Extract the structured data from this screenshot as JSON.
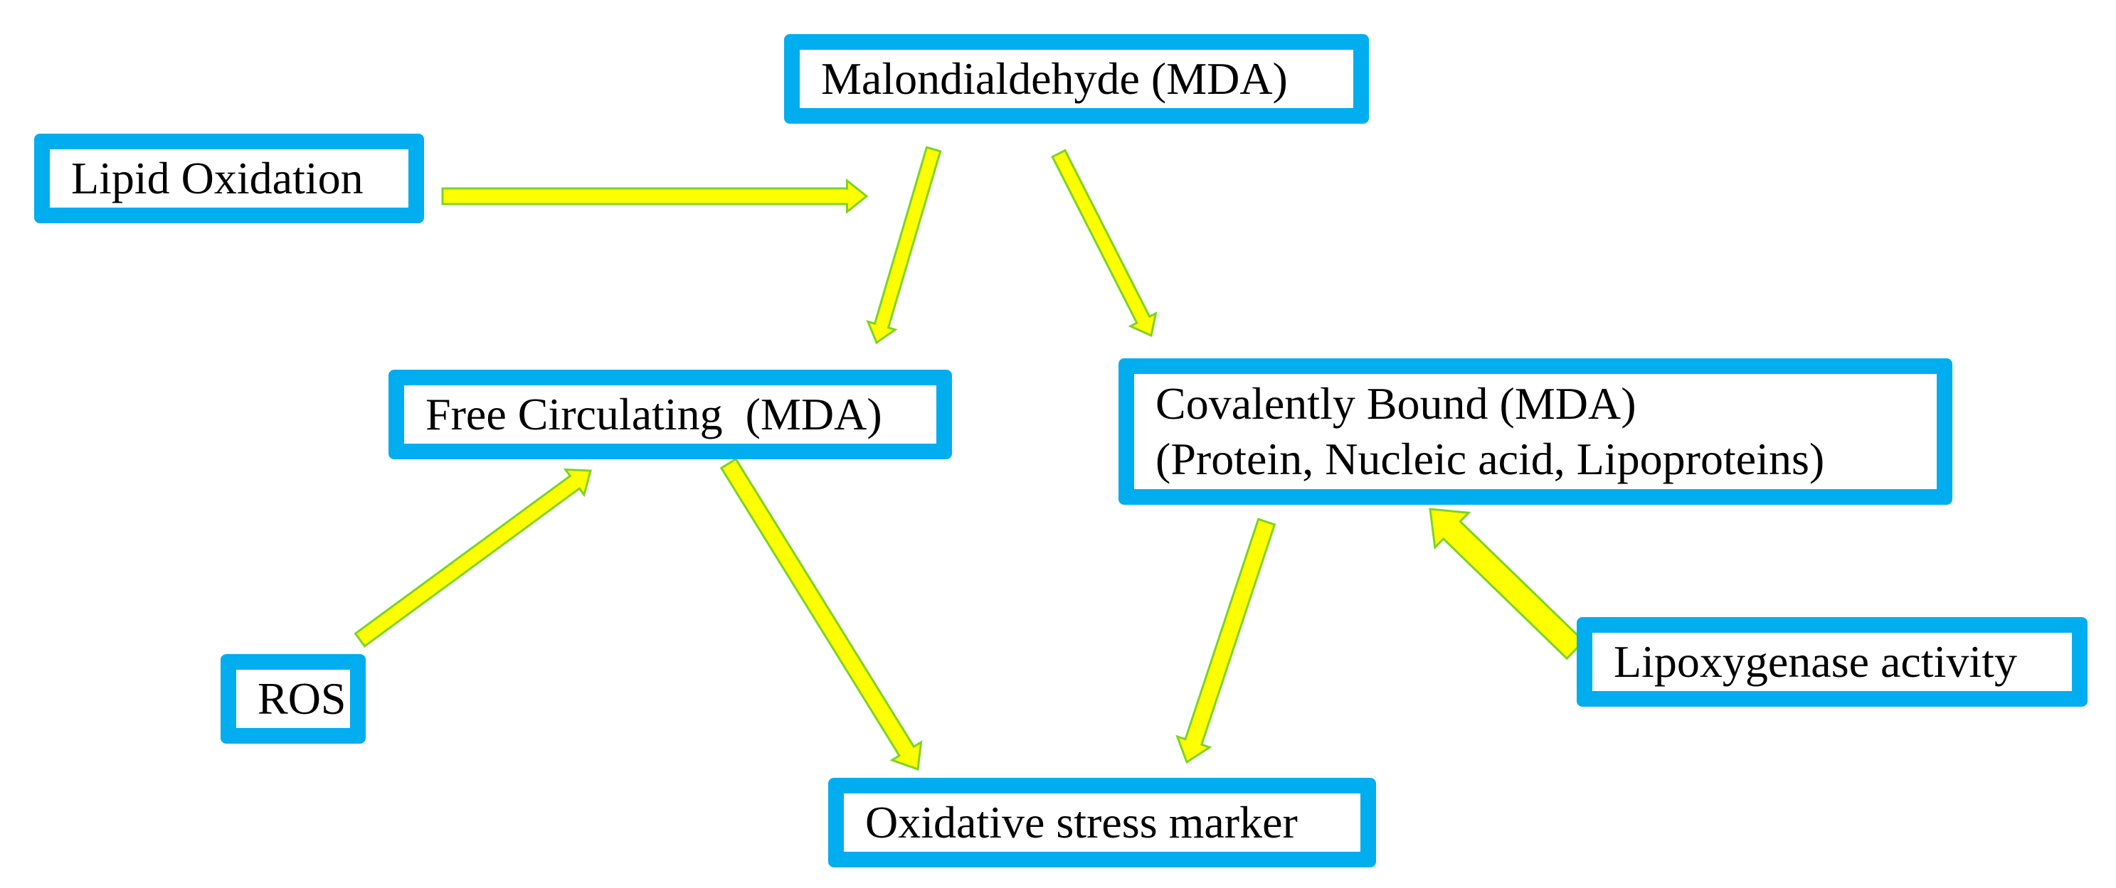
{
  "diagram": {
    "colors": {
      "box_border": "#00adef",
      "arrow_fill": "#ffff00",
      "arrow_stroke": "#7ed321"
    },
    "nodes": {
      "mda": {
        "label": "Malondialdehyde (MDA)"
      },
      "lipid_oxidation": {
        "label": "Lipid Oxidation"
      },
      "free_mda": {
        "label": "Free Circulating  (MDA)"
      },
      "bound_mda": {
        "line1": "Covalently Bound (MDA)",
        "line2": "(Protein, Nucleic acid, Lipoproteins)"
      },
      "ros": {
        "label": "ROS"
      },
      "lipoxygenase": {
        "label": "Lipoxygenase activity"
      },
      "stress_marker": {
        "label": "Oxidative stress marker"
      }
    },
    "edges": [
      {
        "from": "lipid_oxidation",
        "to": "mda"
      },
      {
        "from": "mda",
        "to": "free_mda"
      },
      {
        "from": "mda",
        "to": "bound_mda"
      },
      {
        "from": "ros",
        "to": "free_mda"
      },
      {
        "from": "free_mda",
        "to": "stress_marker"
      },
      {
        "from": "bound_mda",
        "to": "stress_marker"
      },
      {
        "from": "lipoxygenase",
        "to": "bound_mda"
      }
    ]
  }
}
